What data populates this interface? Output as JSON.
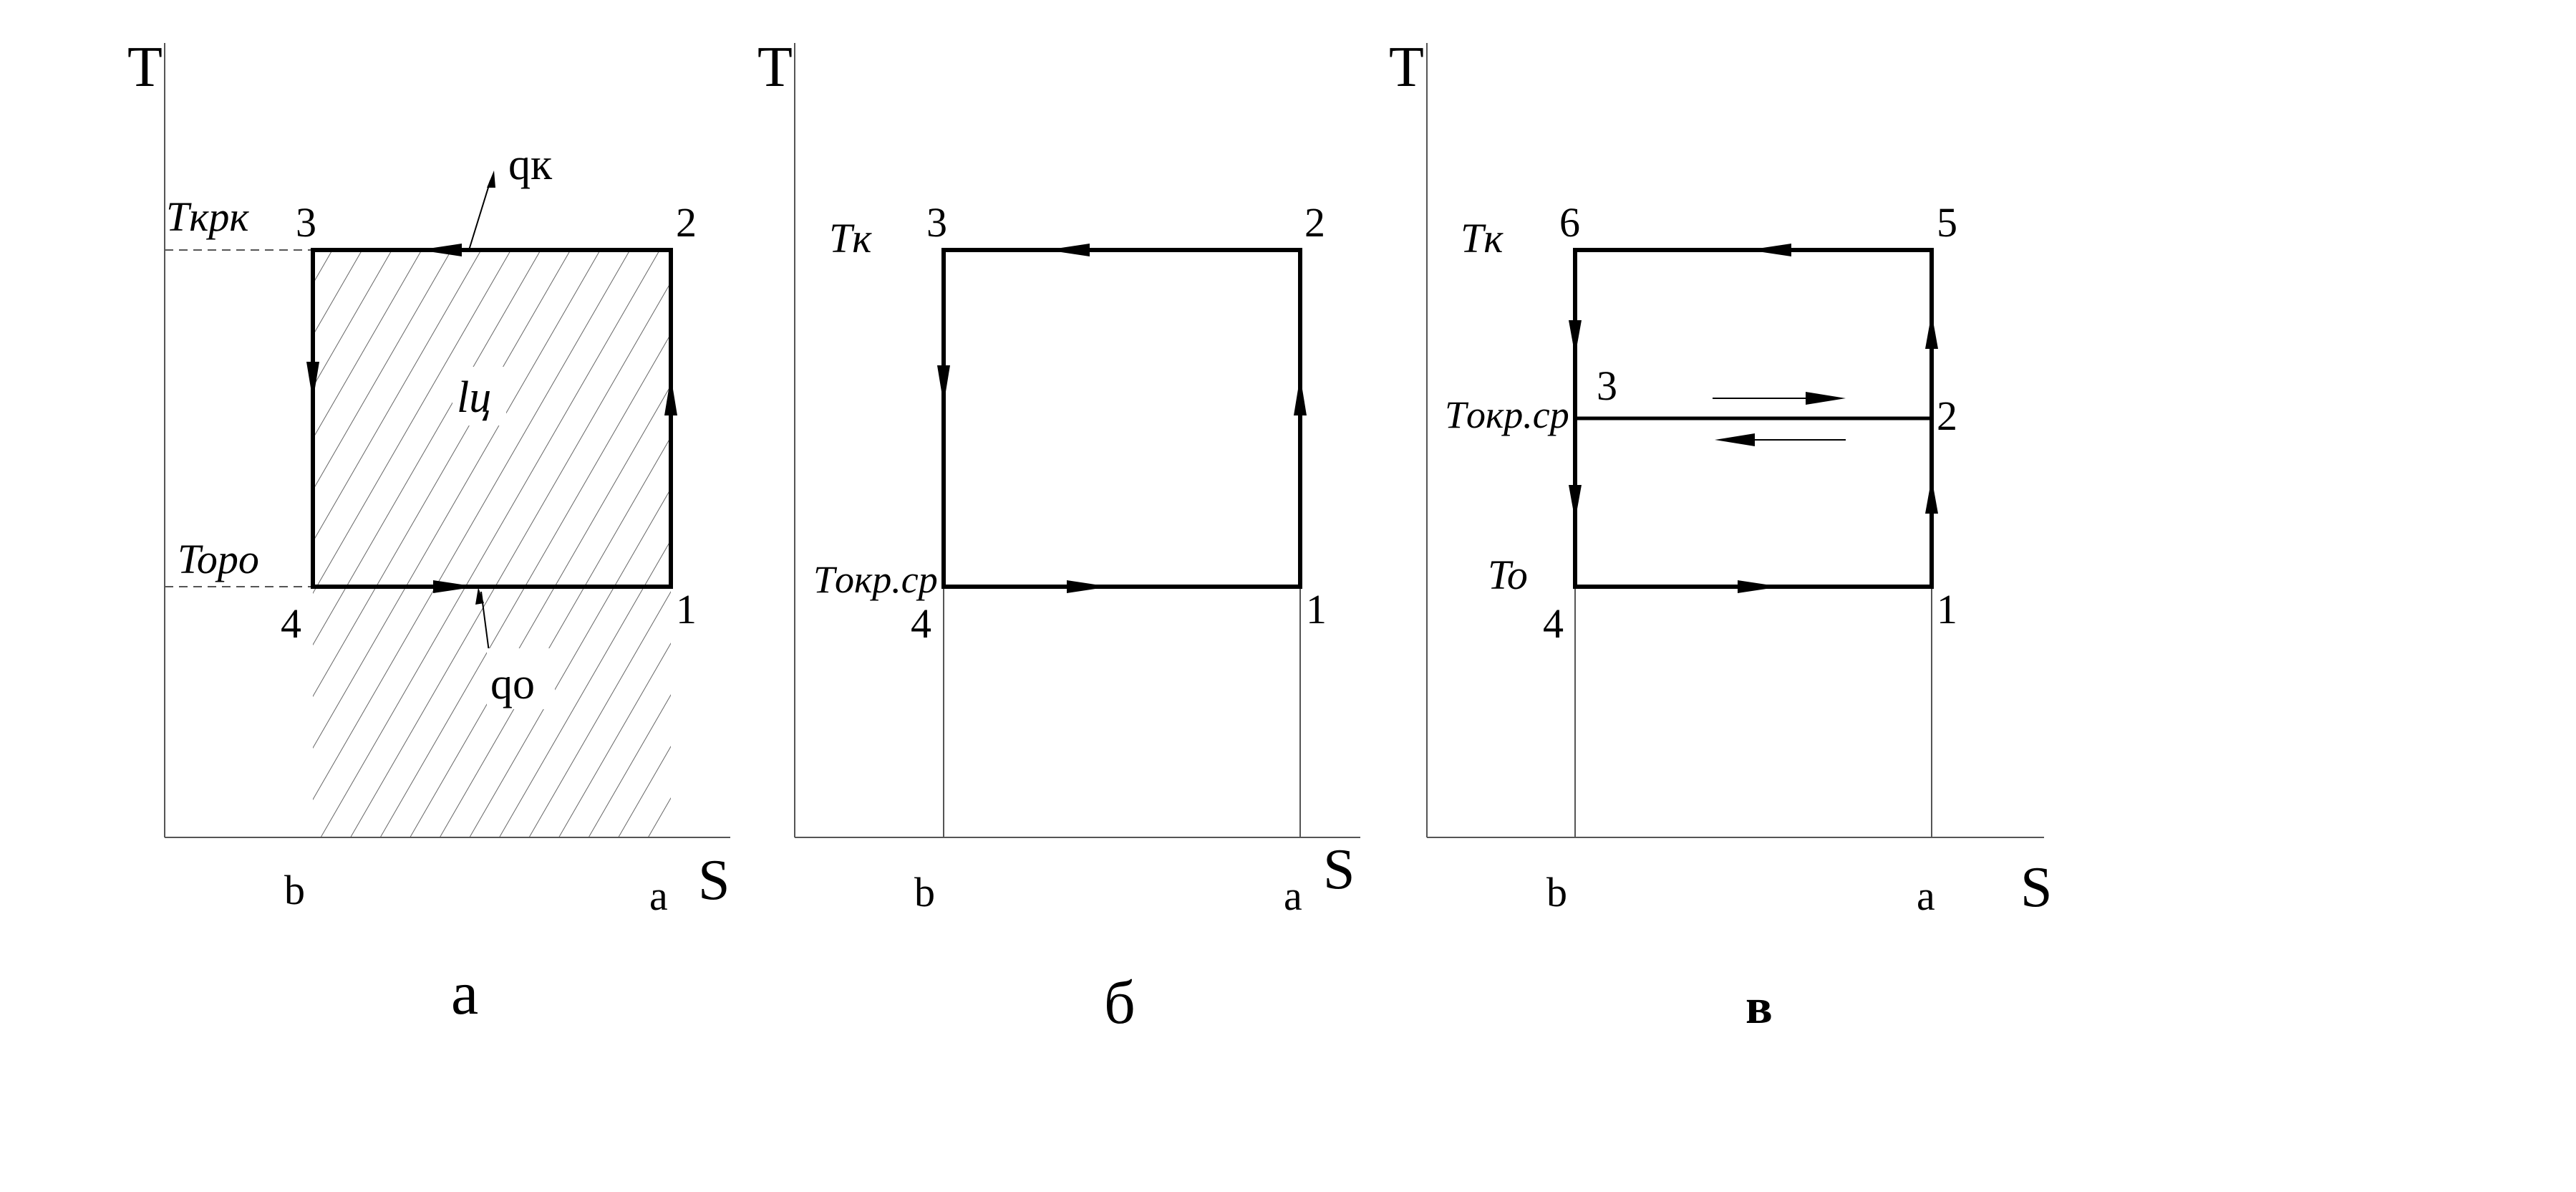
{
  "panel_a": {
    "axis_y": "T",
    "axis_x": "S",
    "label_tk_pk": "Tкpк",
    "label_to_po": "Topo",
    "pt1": "1",
    "pt2": "2",
    "pt3": "3",
    "pt4": "4",
    "qk": "qк",
    "qo": "qo",
    "lc": "lц",
    "tick_b": "b",
    "tick_a": "a",
    "caption": "а"
  },
  "panel_b": {
    "axis_y": "T",
    "axis_x": "S",
    "label_tk": "Tк",
    "label_tokr": "Tокр.ср",
    "pt1": "1",
    "pt2": "2",
    "pt3": "3",
    "pt4": "4",
    "tick_b": "b",
    "tick_a": "a",
    "caption": "б"
  },
  "panel_c": {
    "axis_y": "T",
    "axis_x": "S",
    "label_tk": "Tк",
    "label_tokr": "Tокр.ср",
    "label_to": "To",
    "pt1": "1",
    "pt2": "2",
    "pt3": "3",
    "pt4": "4",
    "pt5": "5",
    "pt6": "6",
    "tick_b": "b",
    "tick_a": "a",
    "caption": "в"
  }
}
